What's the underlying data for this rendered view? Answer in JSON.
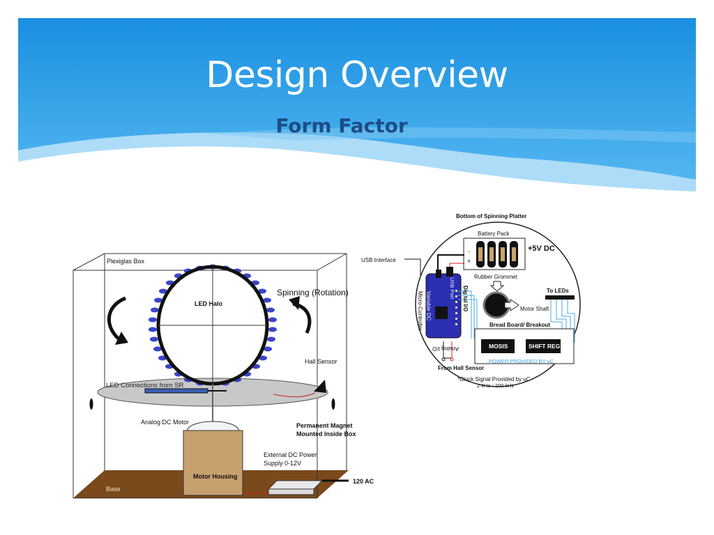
{
  "slide": {
    "title": "Design Overview",
    "subtitle": "Form Factor"
  },
  "colors": {
    "banner_top": "#1a8fe0",
    "banner_bottom": "#52b6f0",
    "wave_light": "#9dd6f7",
    "subtitle": "#1d4d86",
    "led_blue": "#3a45c8",
    "base_brown": "#7a4a1c",
    "housing_tan": "#c8a070",
    "board_blue": "#2b2fb0"
  },
  "box_diagram": {
    "plexiglas_box": "Plexiglas Box",
    "led_halo": "LED Halo",
    "spinning": "Spinning (Rotation)",
    "hall_sensor": "Hall Sensor",
    "led_connections": "LED Connections from SR",
    "analog_motor": "Analog DC Motor",
    "magnet_line1": "Permanent Magnet",
    "magnet_line2": "Mounted Inside Box",
    "ext_power_line1": "External DC Power",
    "ext_power_line2": "Supply 0-12V",
    "motor_housing": "Motor Housing",
    "base": "Base",
    "ac": "120 AC"
  },
  "platter_diagram": {
    "title": "Bottom of Spinning Platter",
    "battery_pack": "Battery Pack",
    "voltage": "+5V DC",
    "minus": "-",
    "plus": "+",
    "usb_interface": "USB Interface",
    "rubber_grommet": "Rubber Grommet",
    "to_leds": "To LEDs",
    "motor_shaft": "Motor Shaft",
    "digital_io": "Digital I/O",
    "usb_port": "USB Port",
    "variable_dc": "Variable DC",
    "micro_controller": "Micro-Controller",
    "analog_io": "Analog I/O",
    "bread_board": "Bread Board/ Breakout",
    "mosis": "MOSIS",
    "shift_reg": "SHIFT REG",
    "power_provided": "POWER PROVIDED BY uC",
    "from_hall": "From Hall Sensor",
    "clock_line1": "*Clock Signal Provided by uC",
    "clock_line2": "2 kHz - 200 kHz"
  }
}
